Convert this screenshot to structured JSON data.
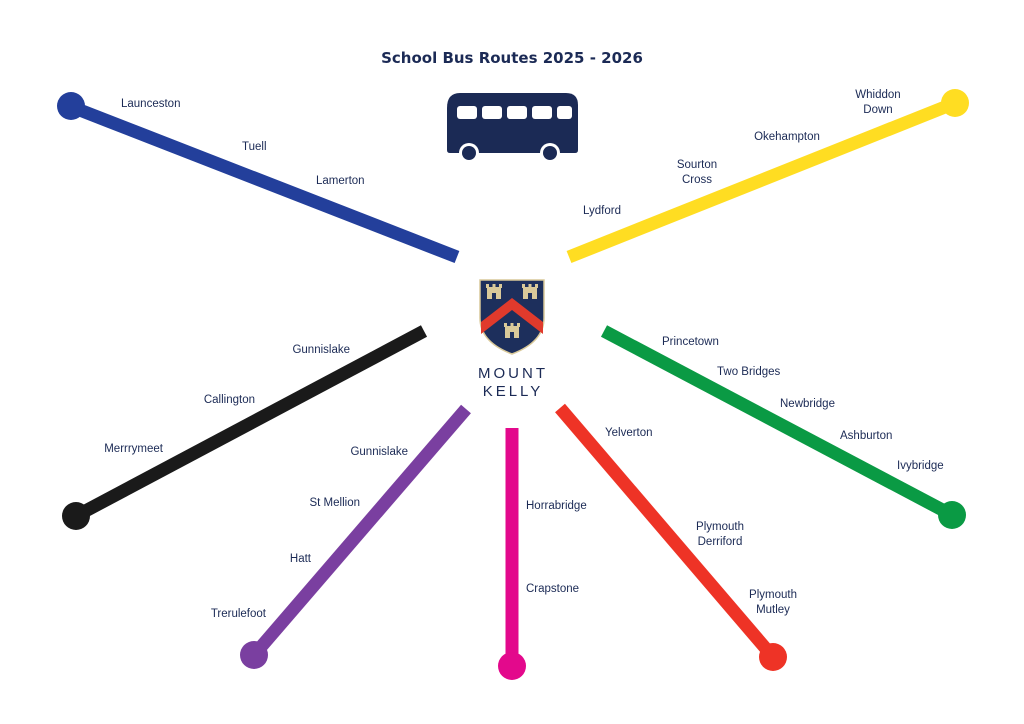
{
  "title": "School Bus Routes 2025 - 2026",
  "school": {
    "name_line1": "MOUNT",
    "name_line2": "KELLY"
  },
  "icons": {
    "bus": "bus-icon",
    "crest": "school-crest-icon"
  },
  "colors": {
    "navy": "#1b2a55",
    "crest_field": "#1d2f5c",
    "crest_chevron": "#e03a2c",
    "crest_castle": "#d9c99a"
  },
  "routes": [
    {
      "id": "blue",
      "color": "#233f9b",
      "stops": [
        "Launceston",
        "Tuell",
        "Lamerton"
      ]
    },
    {
      "id": "yellow",
      "color": "#ffdd22",
      "stops": [
        "Whiddon\nDown",
        "Okehampton",
        "Sourton\nCross",
        "Lydford"
      ]
    },
    {
      "id": "green",
      "color": "#0a9a44",
      "stops": [
        "Princetown",
        "Two Bridges",
        "Newbridge",
        "Ashburton",
        "Ivybridge"
      ]
    },
    {
      "id": "red",
      "color": "#ee3326",
      "stops": [
        "Yelverton",
        "Plymouth\nDerriford",
        "Plymouth\nMutley"
      ]
    },
    {
      "id": "magenta",
      "color": "#e3098c",
      "stops": [
        "Horrabridge",
        "Crapstone"
      ]
    },
    {
      "id": "purple",
      "color": "#7a3fa0",
      "stops": [
        "Gunnislake",
        "St Mellion",
        "Hatt",
        "Trerulefoot"
      ]
    },
    {
      "id": "black",
      "color": "#1a1a1a",
      "stops": [
        "Gunnislake",
        "Callington",
        "Merrrymeet"
      ]
    }
  ]
}
